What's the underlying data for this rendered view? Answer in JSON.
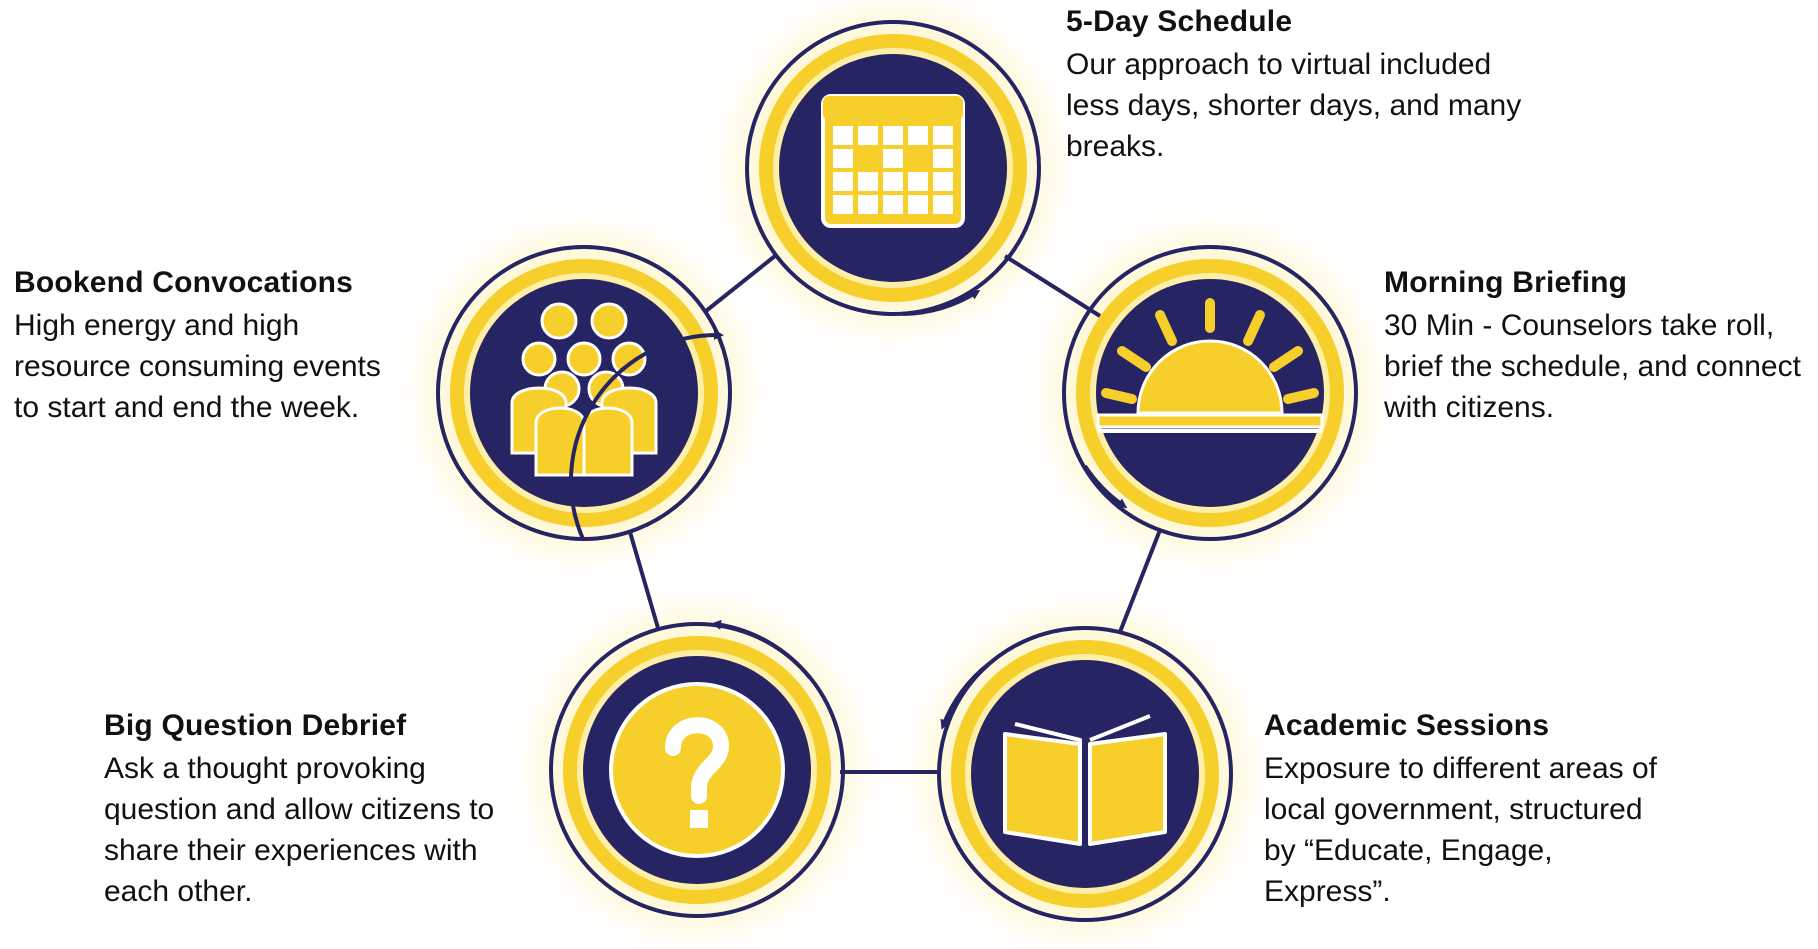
{
  "colors": {
    "navy": "#262462",
    "yellow": "#f6cf2b",
    "cream": "#fdefa8",
    "glow": "#fff6c8",
    "white": "#ffffff"
  },
  "steps": [
    {
      "title": "5-Day Schedule",
      "text": "Our approach to virtual included less days, shorter days, and many breaks.",
      "icon": "calendar-icon"
    },
    {
      "title": "Morning Briefing",
      "text": "30 Min - Counselors take roll, brief the schedule, and connect with citizens.",
      "icon": "sunrise-icon"
    },
    {
      "title": "Academic Sessions",
      "text": "Exposure to different areas of local government, structured by “Educate, Engage, Express”.",
      "icon": "open-book-icon"
    },
    {
      "title": "Big Question Debrief",
      "text": "Ask a thought provoking question and allow citizens to share their experiences with each other.",
      "icon": "question-mark-icon"
    },
    {
      "title": "Bookend Convocations",
      "text": "High energy and high resource consuming events to start and end the week.",
      "icon": "group-of-people-icon"
    }
  ]
}
